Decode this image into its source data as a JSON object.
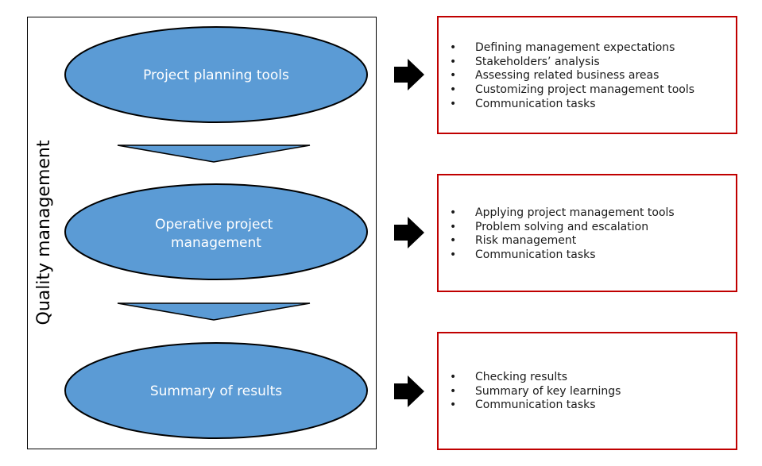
{
  "colors": {
    "ellipse_fill": "#5b9bd5",
    "ellipse_stroke": "#000000",
    "box_border": "#c00000",
    "arrow": "#000000"
  },
  "side_label": "Quality management",
  "phases": [
    {
      "title": "Project planning tools",
      "tasks": [
        "Defining management expectations",
        "Stakeholders’ analysis",
        "Assessing related business areas",
        "Customizing project management tools",
        "Communication tasks"
      ]
    },
    {
      "title_lines": [
        "Operative project",
        "management"
      ],
      "tasks": [
        "Applying project management tools",
        "Problem solving and escalation",
        "Risk management",
        "Communication tasks"
      ]
    },
    {
      "title": "Summary of results",
      "tasks": [
        "Checking results",
        "Summary of key learnings",
        "Communication tasks"
      ]
    }
  ]
}
